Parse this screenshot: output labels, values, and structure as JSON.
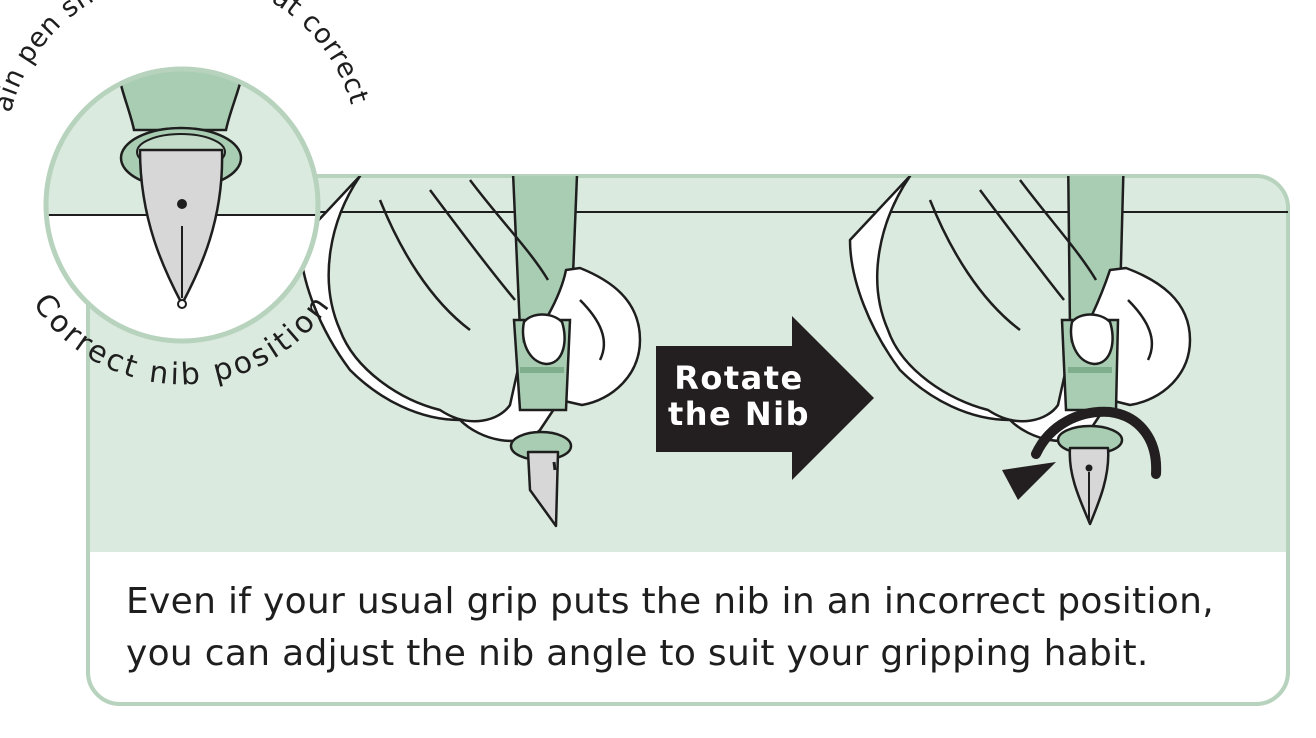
{
  "diagram": {
    "colors": {
      "panel_fill": "#dbeade",
      "panel_border": "#b7d3bd",
      "pen_green": "#a8cdb2",
      "pen_green_dark": "#7fae8c",
      "nib_grey": "#d7d7d7",
      "ink": "#1e1e1e",
      "arrow_black": "#231f20"
    },
    "inset": {
      "curved_label_top": "Fountain pen should be held at correct angle",
      "curved_label_bottom": "Correct nib position"
    },
    "rotate_arrow": {
      "line1": "Rotate",
      "line2": "the Nib"
    },
    "caption": {
      "line1": "Even if your usual grip puts the nib in an incorrect position,",
      "line2": "you can adjust the nib angle to suit your gripping habit."
    },
    "icons": [
      "hand-holding-pen-icon",
      "rotation-arrow-icon",
      "fountain-pen-nib-icon"
    ]
  }
}
